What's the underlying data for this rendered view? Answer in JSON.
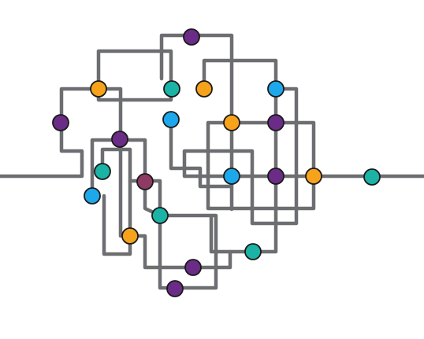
{
  "palette": {
    "wire": "#6d6e71",
    "outline": "#1a1a1a",
    "purple": "#6a2c86",
    "orange": "#f7a21b",
    "teal": "#1bb3a6",
    "blue": "#1ea8ec",
    "mauve": "#8e3b63",
    "background": "#ffffff"
  },
  "icons": {
    "node": "circle-node-icon"
  },
  "wire_count": 10,
  "node_colors": [
    "purple",
    "orange",
    "teal",
    "orange",
    "blue",
    "purple",
    "blue",
    "purple",
    "orange",
    "purple",
    "teal",
    "blue",
    "mauve",
    "blue",
    "purple",
    "orange",
    "teal",
    "teal",
    "orange",
    "teal",
    "purple",
    "purple"
  ]
}
